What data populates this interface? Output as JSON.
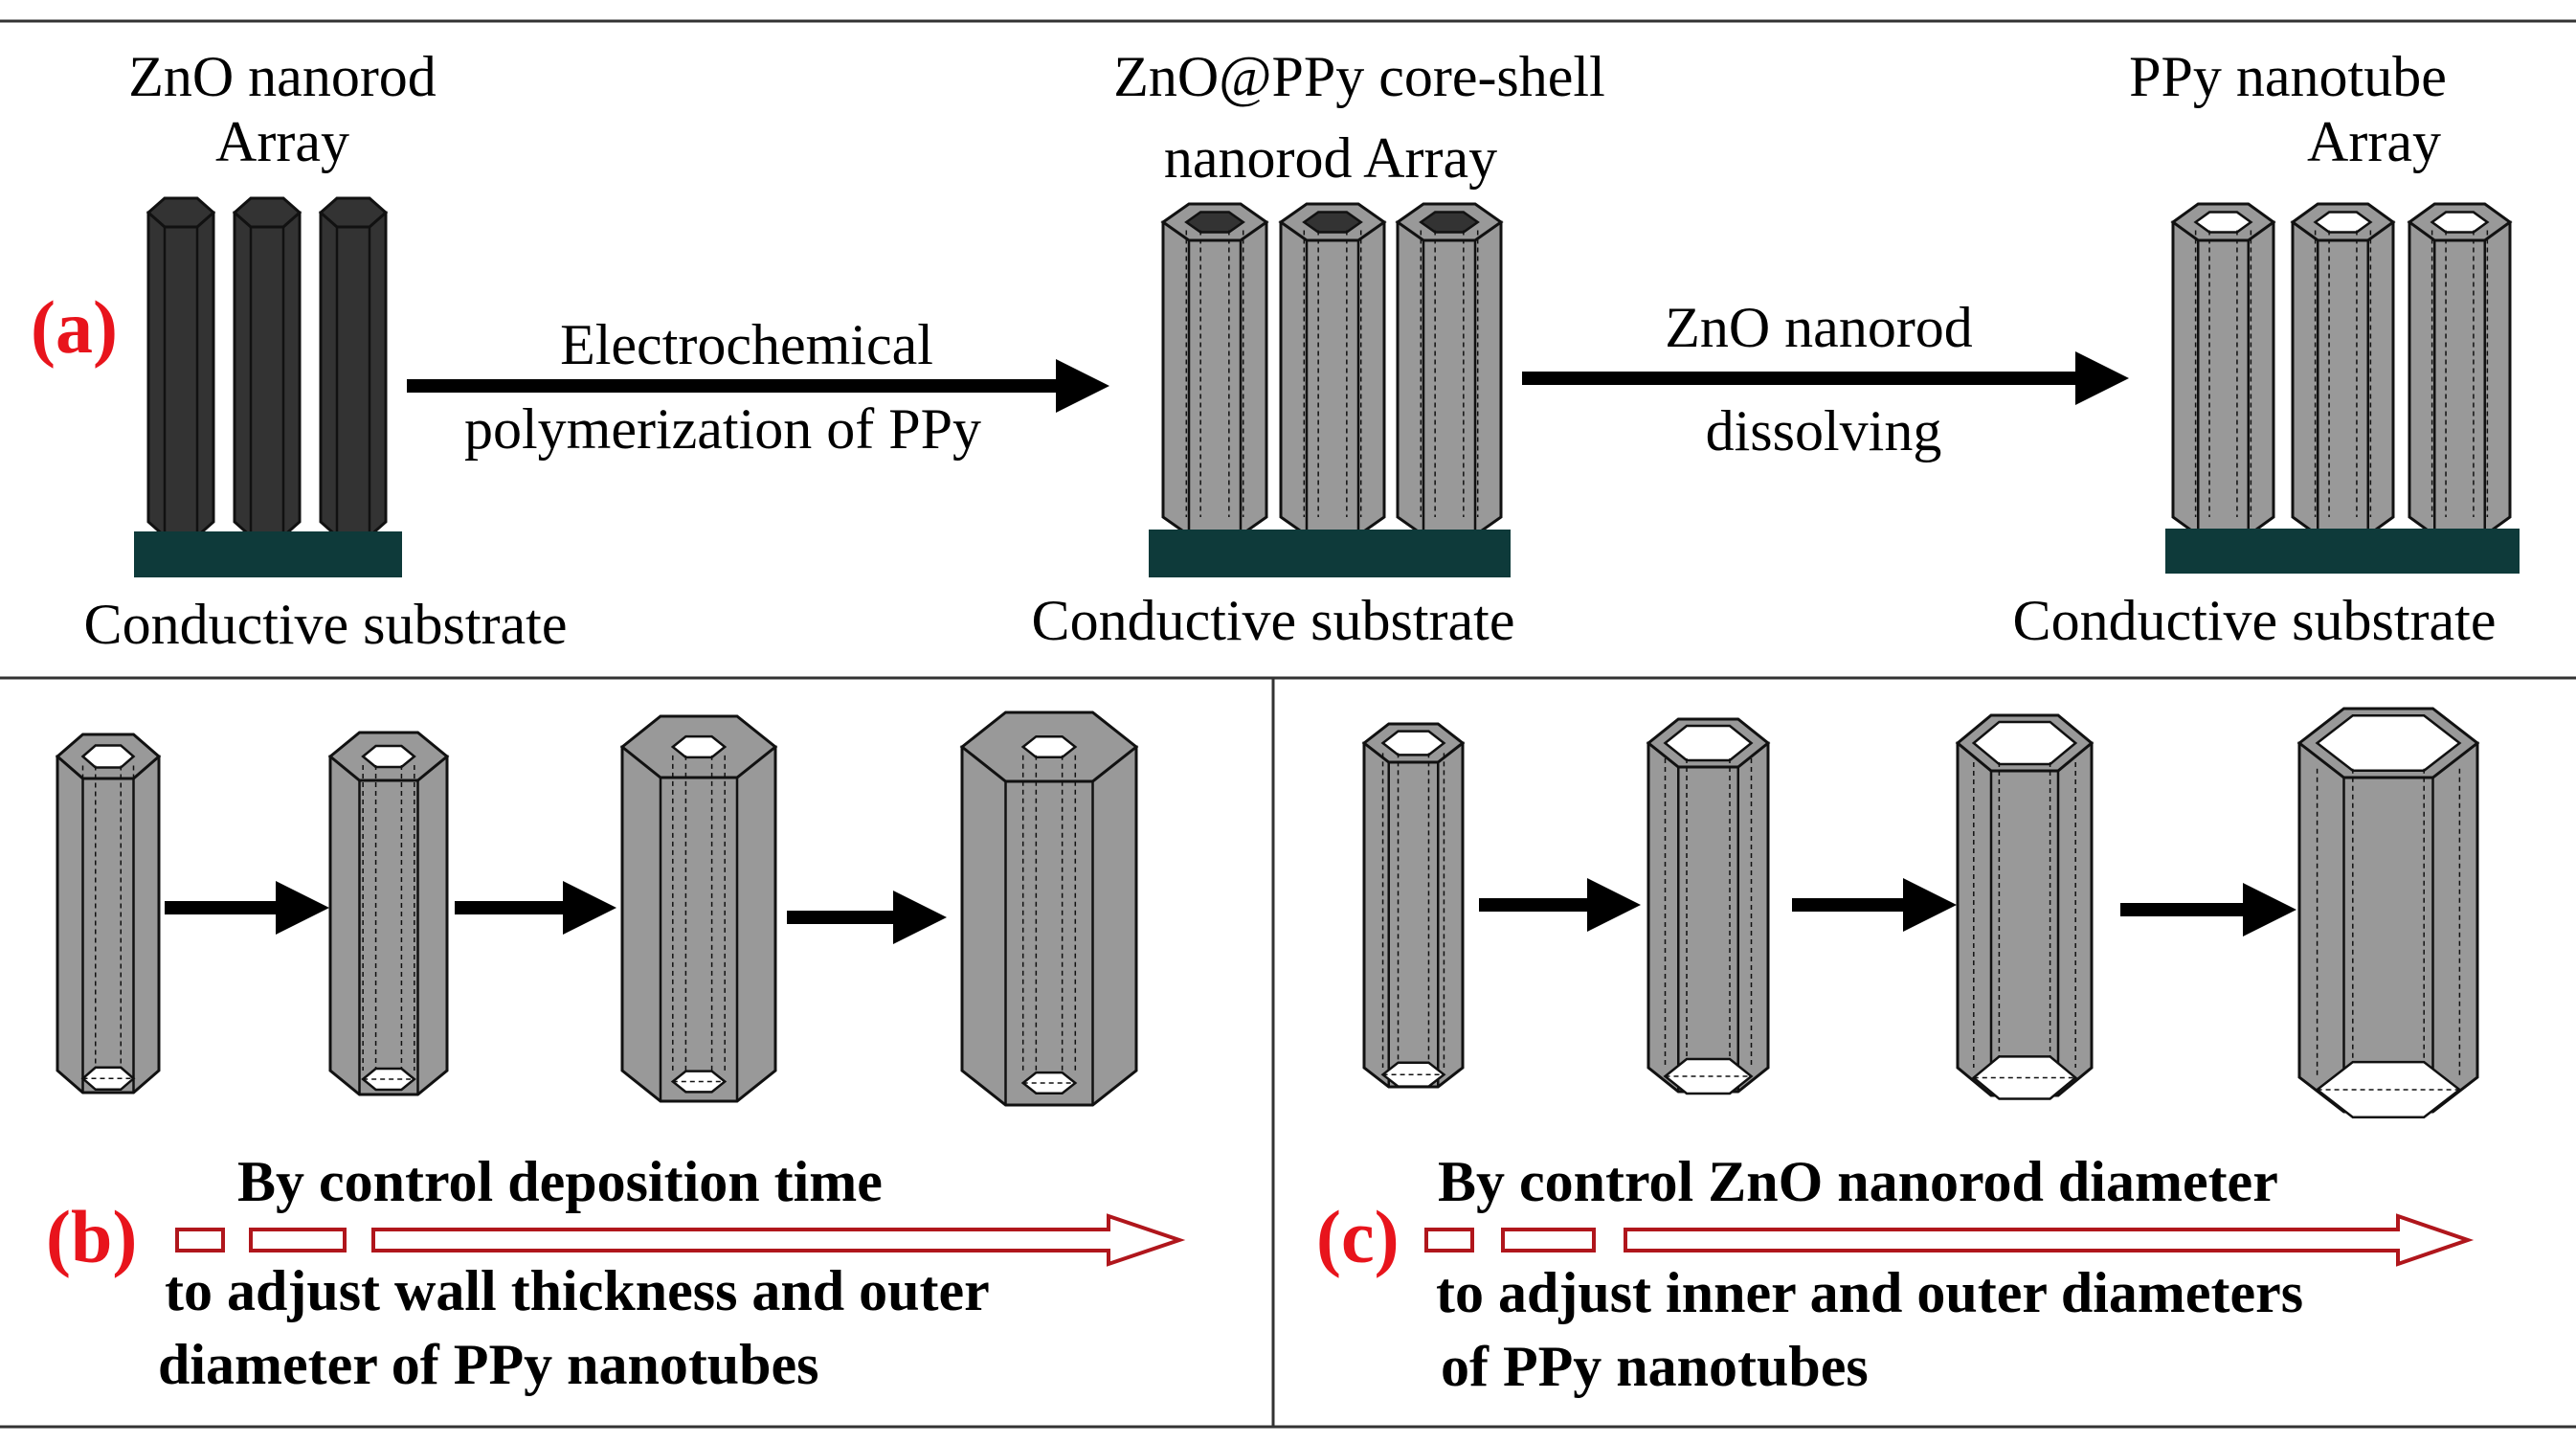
{
  "colors": {
    "rod": "#333333",
    "tube": "#999999",
    "substrate": "#0e3a3a",
    "edge": "#111111",
    "label_red": "#e8141c",
    "outline_red": "#b0161c"
  },
  "panel_a": {
    "tag": "(a)",
    "stage1": {
      "title_line1": "ZnO nanorod",
      "title_line2": "Array",
      "substrate_label": "Conductive substrate"
    },
    "step1": {
      "line1": "Electrochemical",
      "line2": "polymerization of PPy"
    },
    "stage2": {
      "title_line1": "ZnO@PPy core-shell",
      "title_line2": "nanorod Array",
      "substrate_label": "Conductive substrate"
    },
    "step2": {
      "line1": "ZnO nanorod",
      "line2": "dissolving"
    },
    "stage3": {
      "title_line1": "PPy nanotube",
      "title_line2": "Array",
      "substrate_label": "Conductive substrate"
    }
  },
  "panel_b": {
    "tag": "(b)",
    "caption_top": "By control deposition time",
    "caption_line1": "to adjust wall thickness and outer",
    "caption_line2": "diameter of PPy nanotubes"
  },
  "panel_c": {
    "tag": "(c)",
    "caption_top": "By control ZnO nanorod diameter",
    "caption_line1": "to adjust inner and outer diameters",
    "caption_line2": "of PPy nanotubes"
  }
}
